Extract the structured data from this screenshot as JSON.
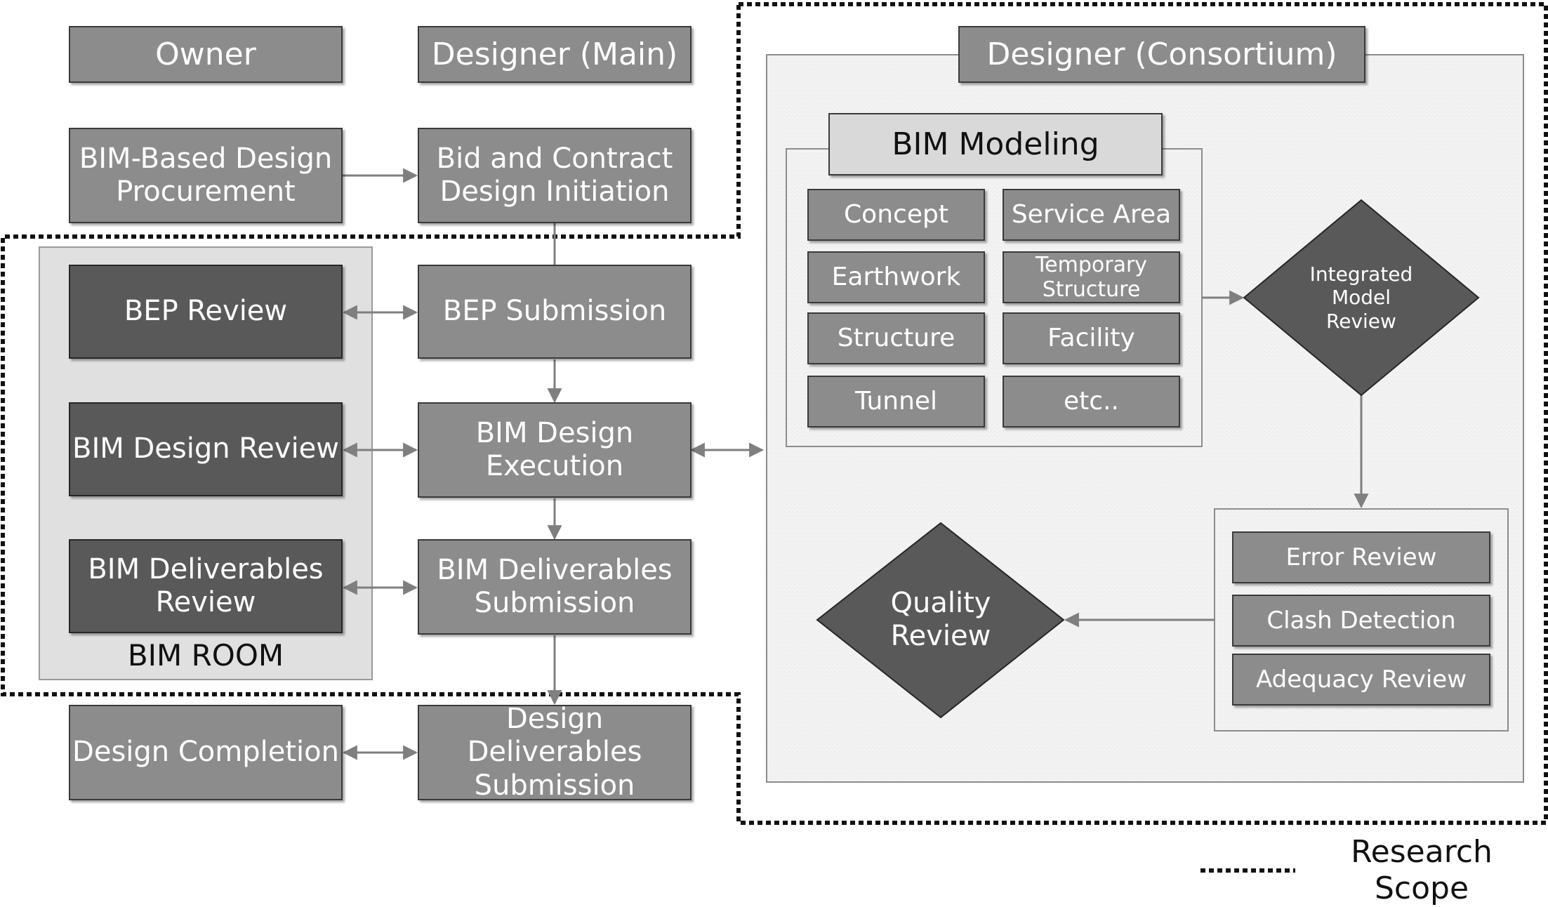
{
  "lanes": {
    "owner": "Owner",
    "designer_main": "Designer (Main)",
    "designer_consortium": "Designer (Consortium)"
  },
  "owner_column": {
    "procurement": "BIM-Based Design\nProcurement",
    "design_completion": "Design Completion"
  },
  "bim_room": {
    "title": "BIM ROOM",
    "bep_review": "BEP Review",
    "design_review": "BIM Design Review",
    "deliverables_review": "BIM Deliverables\nReview"
  },
  "designer_column": {
    "bid_contract": "Bid and Contract\nDesign Initiation",
    "bep_submission": "BEP Submission",
    "design_execution": "BIM Design\nExecution",
    "deliverables_submission": "BIM Deliverables\nSubmission",
    "design_deliverables": "Design\nDeliverables\nSubmission"
  },
  "bim_modeling": {
    "title": "BIM Modeling",
    "items": [
      "Concept",
      "Service Area",
      "Earthwork",
      "Temporary\nStructure",
      "Structure",
      "Facility",
      "Tunnel",
      "etc.."
    ]
  },
  "integrated_review": "Integrated\nModel\nReview",
  "quality_review": "Quality\nReview",
  "review_items": [
    "Error Review",
    "Clash Detection",
    "Adequacy Review"
  ],
  "legend": {
    "label": "Research Scope"
  }
}
